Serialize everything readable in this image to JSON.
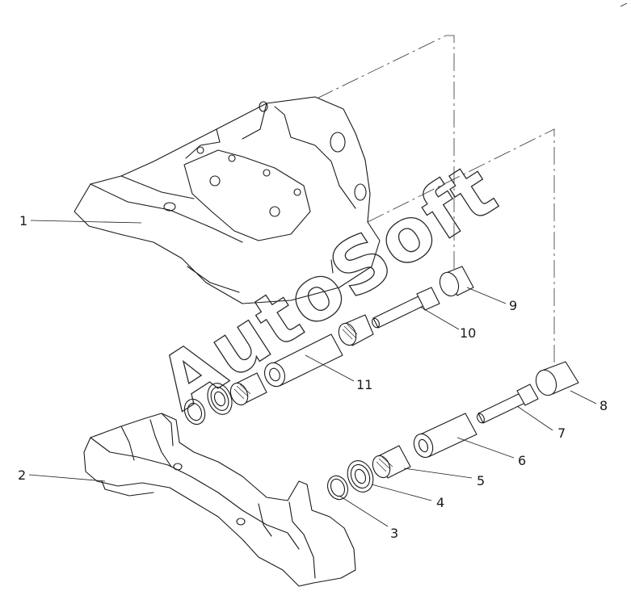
{
  "diagram": {
    "watermark": "AutoSoft",
    "callouts": [
      {
        "id": "1",
        "label": "1"
      },
      {
        "id": "2",
        "label": "2"
      },
      {
        "id": "3",
        "label": "3"
      },
      {
        "id": "4",
        "label": "4"
      },
      {
        "id": "5",
        "label": "5"
      },
      {
        "id": "6",
        "label": "6"
      },
      {
        "id": "7",
        "label": "7"
      },
      {
        "id": "8",
        "label": "8"
      },
      {
        "id": "9",
        "label": "9"
      },
      {
        "id": "10",
        "label": "10"
      },
      {
        "id": "11",
        "label": "11"
      }
    ]
  }
}
